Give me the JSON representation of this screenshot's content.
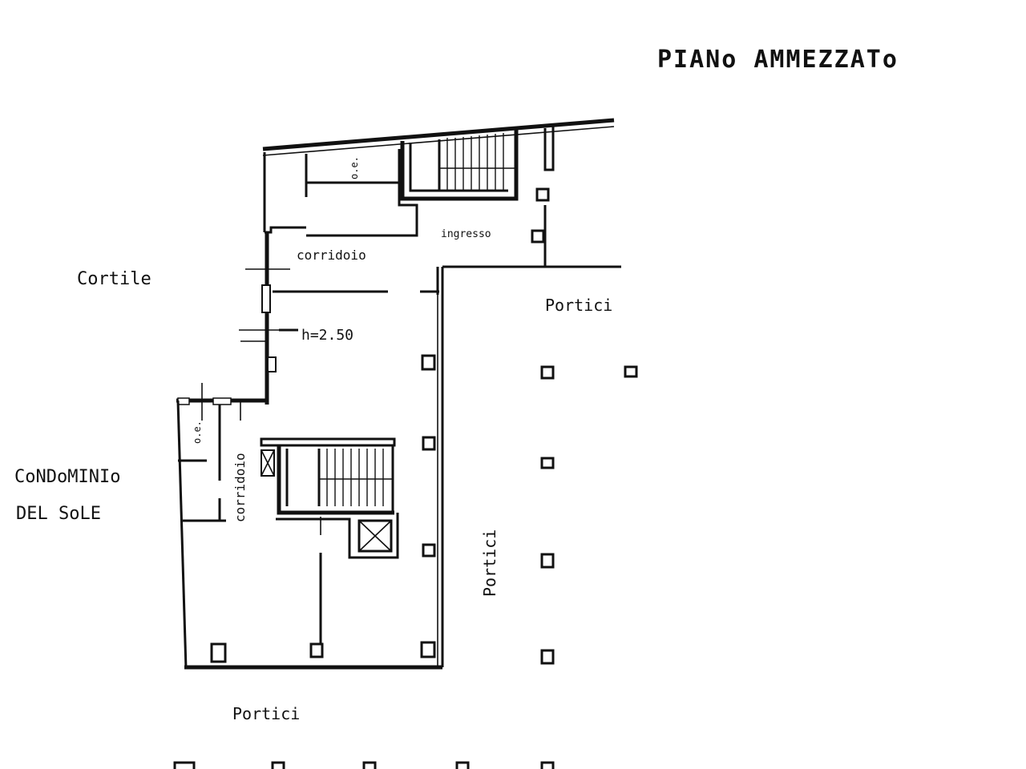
{
  "title": "PIANo AMMEZZATo",
  "labels": {
    "cortile": "Cortile",
    "condominio_1": "CoNDoMINIo",
    "condominio_2": "DEL SoLE",
    "corridoio_top": "corridoio",
    "ingresso": "ingresso",
    "height": "h=2.50",
    "corridoio_side": "corridoio",
    "oe_top": "o.e.",
    "oe_left": "o.e.",
    "portici_top": "Portici",
    "portici_right": "Portici",
    "portici_bottom": "Portici"
  }
}
